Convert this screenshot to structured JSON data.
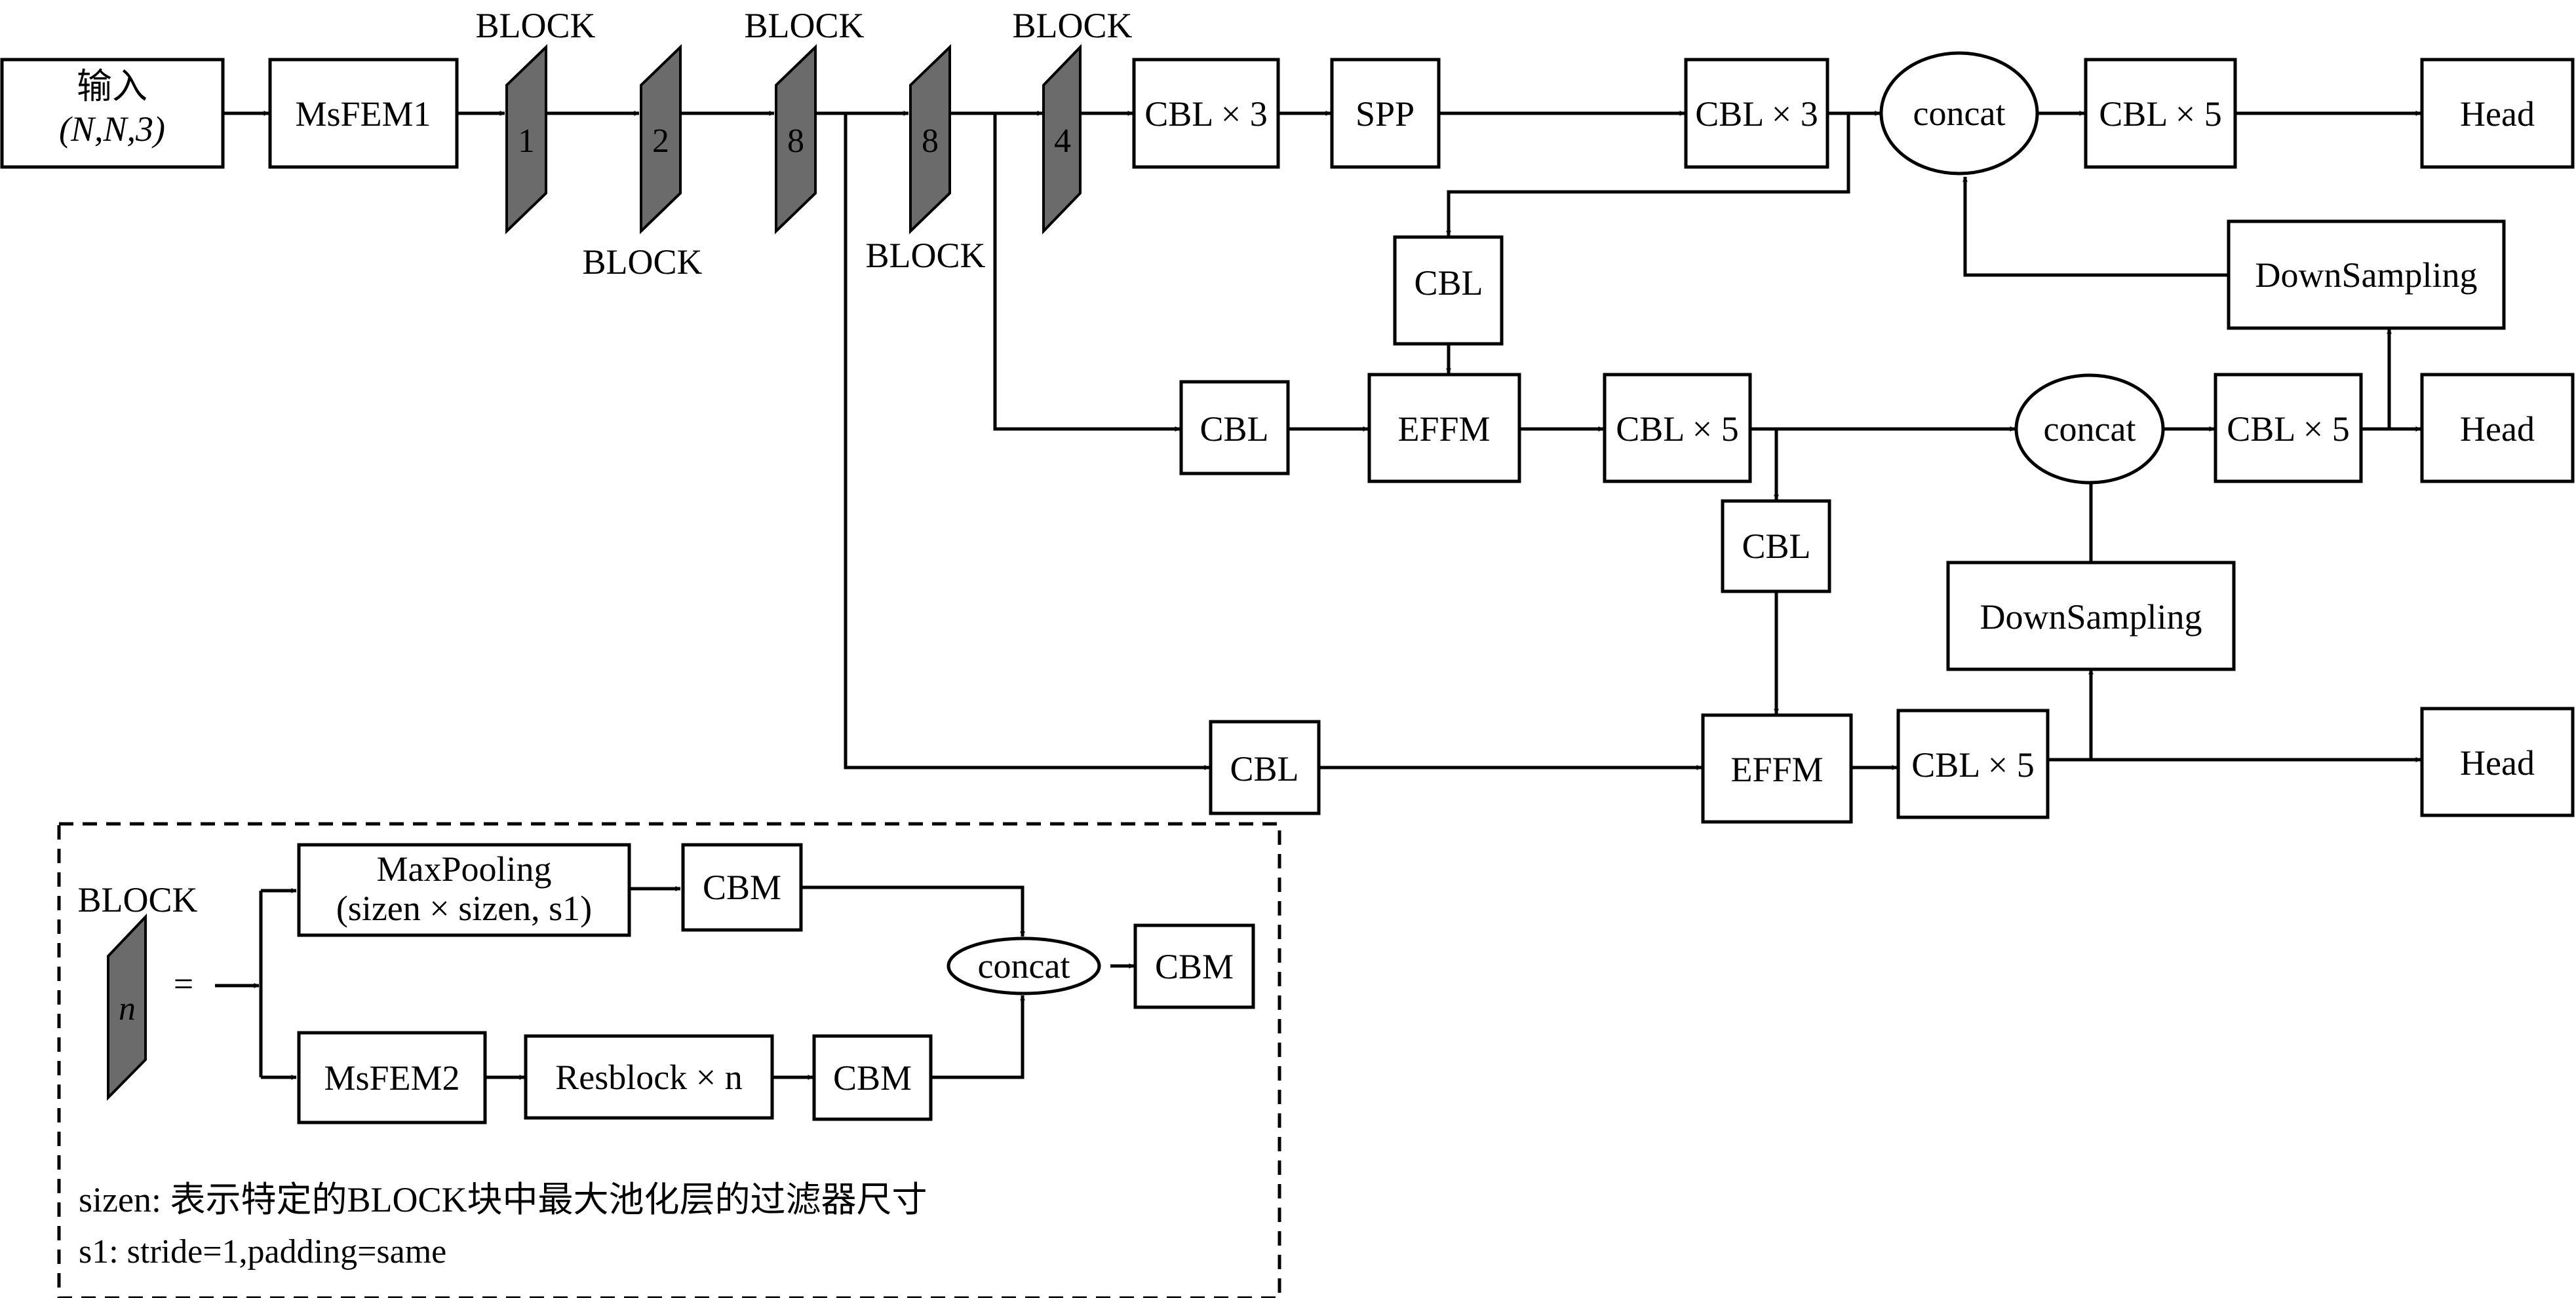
{
  "input": {
    "line1": "输入",
    "line2": "(N,N,3)"
  },
  "msfem1": "MsFEM1",
  "blocks": [
    {
      "n": "1",
      "label": "BLOCK"
    },
    {
      "n": "2",
      "label": "BLOCK"
    },
    {
      "n": "8",
      "label": "BLOCK"
    },
    {
      "n": "8",
      "label": "BLOCK"
    },
    {
      "n": "4",
      "label": "BLOCK"
    }
  ],
  "top_row": {
    "cbl3_a": "CBL × 3",
    "spp": "SPP",
    "cbl3_b": "CBL × 3",
    "concat": "concat",
    "cbl5": "CBL × 5",
    "head": "Head"
  },
  "cbl_upper": "CBL",
  "downsampling_top": "DownSampling",
  "mid_row": {
    "cbl": "CBL",
    "effm": "EFFM",
    "cbl5": "CBL × 5",
    "concat": "concat",
    "cbl5_right": "CBL × 5",
    "head": "Head"
  },
  "cbl_mid": "CBL",
  "downsampling_mid": "DownSampling",
  "bottom_row": {
    "cbl": "CBL",
    "effm": "EFFM",
    "cbl5": "CBL × 5",
    "head": "Head"
  },
  "legend": {
    "block_label": "BLOCK",
    "block_n": "n",
    "equals": "=",
    "maxpool_line1": "MaxPooling",
    "maxpool_line2": "(sizen × sizen, s1)",
    "cbm_top": "CBM",
    "concat": "concat",
    "cbm_out": "CBM",
    "msfem2": "MsFEM2",
    "resblock": "Resblock × n",
    "cbm_bottom": "CBM",
    "note1": "sizen: 表示特定的BLOCK块中最大池化层的过滤器尺寸",
    "note2": "s1: stride=1,padding=same"
  }
}
